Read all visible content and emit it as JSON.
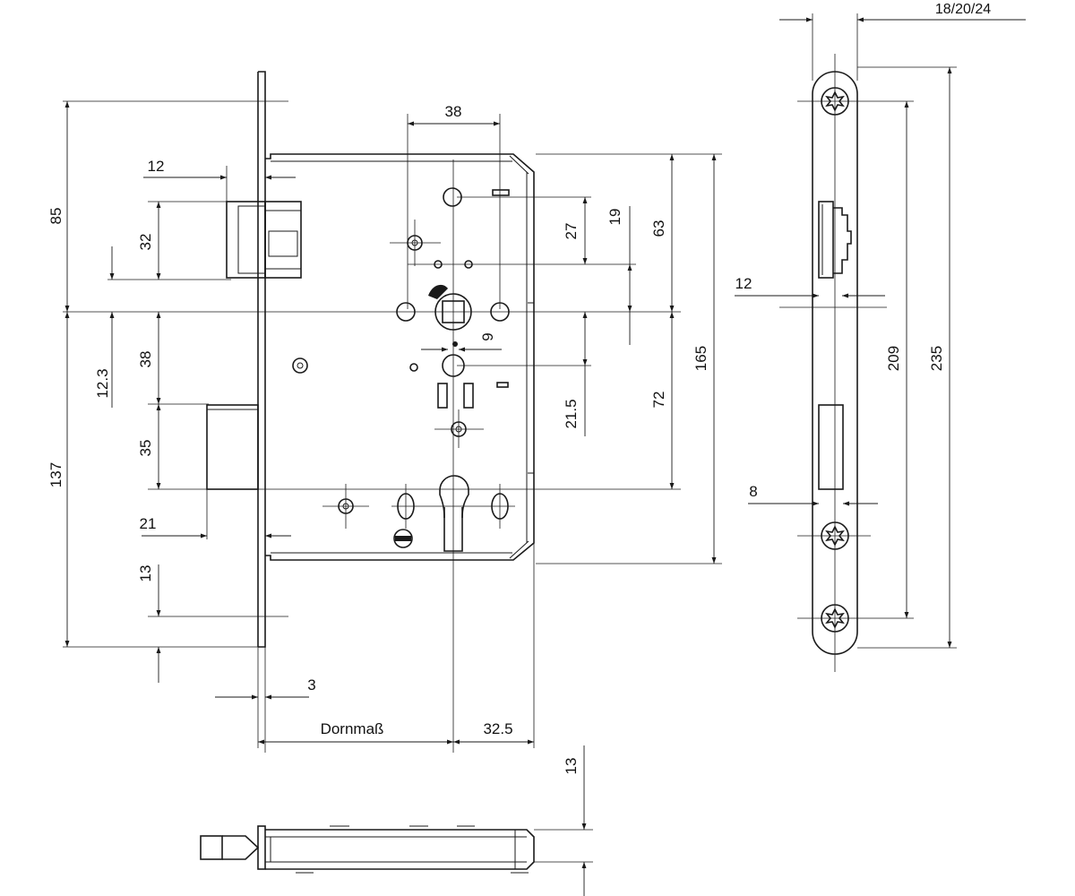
{
  "drawing": {
    "dimensions": {
      "d_18_20_24": "18/20/24",
      "d_38_top": "38",
      "d_12_left": "12",
      "d_85": "85",
      "d_32": "32",
      "d_27": "27",
      "d_19": "19",
      "d_63": "63",
      "d_165": "165",
      "d_12_3": "12.3",
      "d_38_left": "38",
      "d_9": "9",
      "d_21_5": "21.5",
      "d_72": "72",
      "d_137": "137",
      "d_35": "35",
      "d_21": "21",
      "d_13_left": "13",
      "d_3": "3",
      "d_dornmass": "Dornmaß",
      "d_32_5": "32.5",
      "d_13_bottom": "13",
      "d_12_right": "12",
      "d_209": "209",
      "d_235": "235",
      "d_8": "8"
    }
  }
}
